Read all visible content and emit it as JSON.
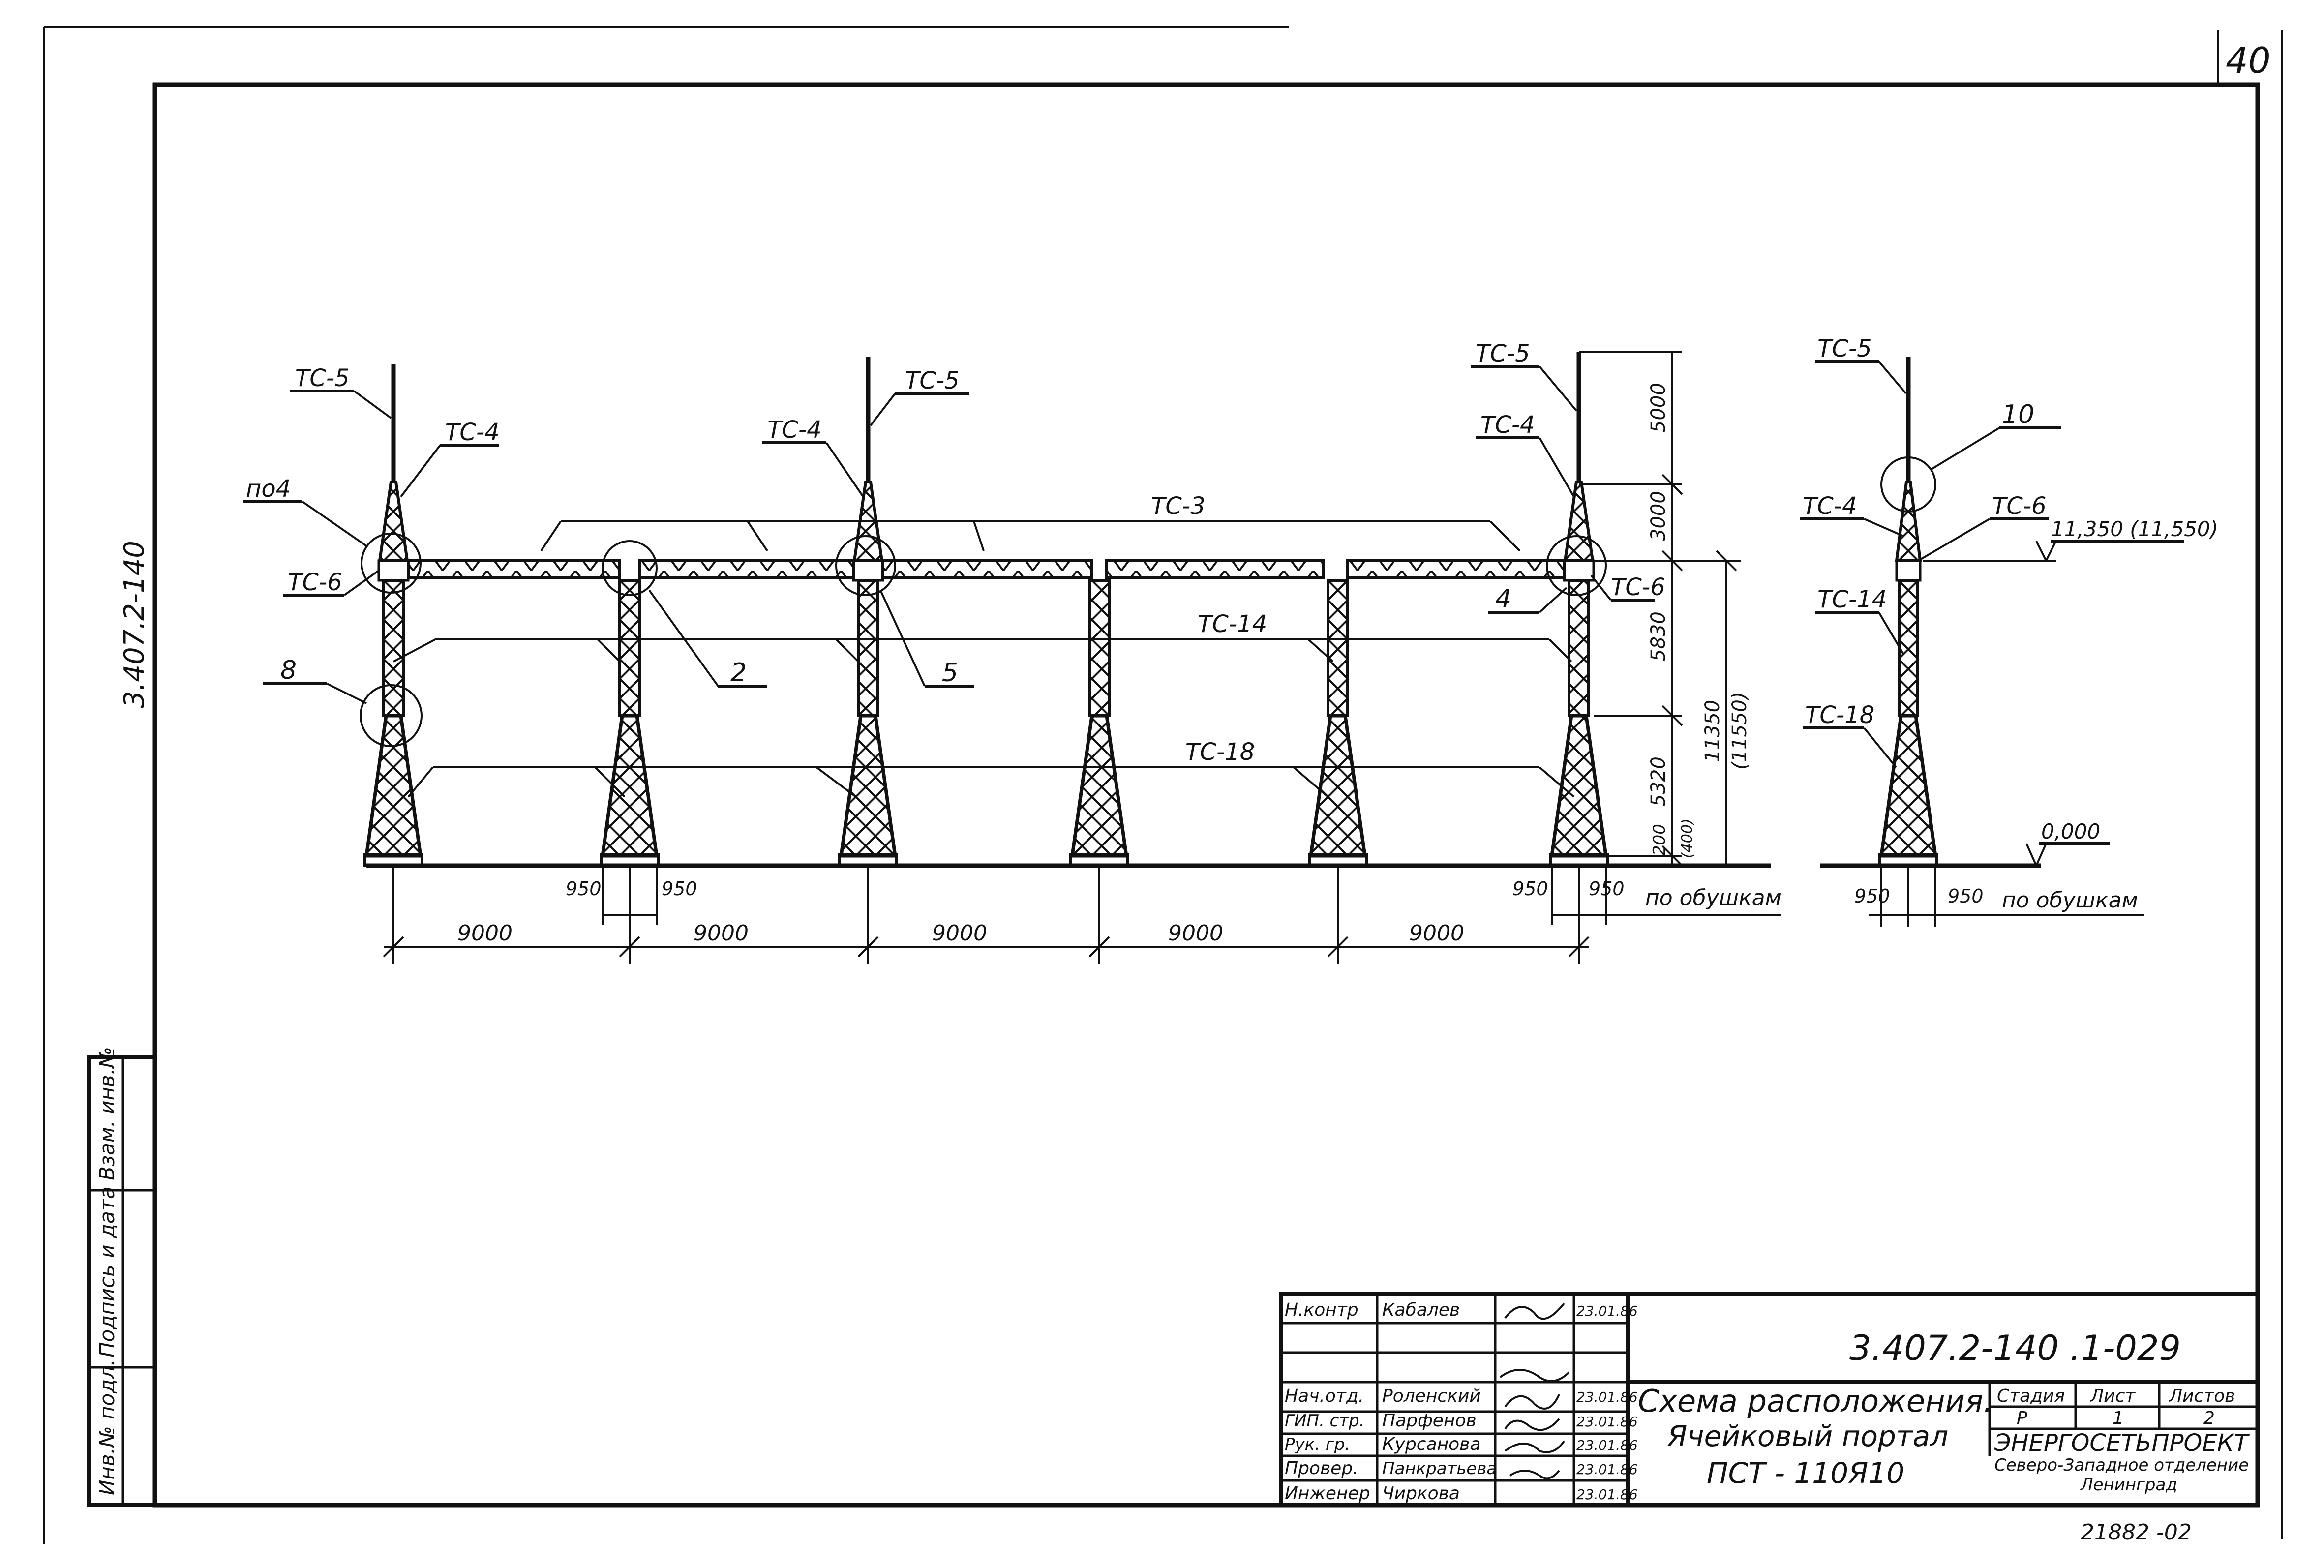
{
  "sheet": {
    "page_number": "40",
    "side_code": "3.407.2-140",
    "bottom_code": "21882 -02",
    "side_stamp": [
      "Инв.№ подл.",
      "Подпись и дата",
      "Взам. инв.№"
    ]
  },
  "front_view": {
    "labels": {
      "tc5_left": "ТС-5",
      "tc4_left": "ТС-4",
      "po4": "по4",
      "tc6_left": "ТС-6",
      "tc5_mid": "ТС-5",
      "tc4_mid": "ТС-4",
      "tc3": "ТС-3",
      "tc14": "ТС-14",
      "tc18": "ТС-18",
      "tc5_right": "ТС-5",
      "tc4_right": "ТС-4",
      "tc6_right": "ТС-6",
      "node_8": "8",
      "node_2": "2",
      "node_5": "5",
      "node_4": "4"
    },
    "heights": {
      "h5000": "5000",
      "h3000": "3000",
      "h5830": "5830",
      "h5320": "5320",
      "h200": "200",
      "h400": "(400)",
      "total": "11350",
      "total_alt": "(11550)"
    },
    "spans": [
      "9000",
      "9000",
      "9000",
      "9000",
      "9000"
    ],
    "base": {
      "left_a": "950",
      "left_b": "950",
      "right_a": "950",
      "right_b": "950",
      "note": "по обушкам"
    }
  },
  "side_view": {
    "labels": {
      "tc5": "ТС-5",
      "node_10": "10",
      "tc4": "ТС-4",
      "tc6": "ТС-6",
      "elevation_top": "11,350 (11,550)",
      "tc14": "ТС-14",
      "tc18": "ТС-18",
      "elevation_zero": "0,000"
    },
    "base": {
      "a": "950",
      "b": "950",
      "note": "по обушкам"
    }
  },
  "title_block": {
    "rows": [
      {
        "role": "Н.контр",
        "name": "Кабалев",
        "date": "23.01.86"
      },
      {
        "role": "",
        "name": "",
        "date": ""
      },
      {
        "role": "Нач.отд.",
        "name": "Роленский",
        "date": "23.01.86"
      },
      {
        "role": "ГИП. стр.",
        "name": "Парфенов",
        "date": "23.01.86"
      },
      {
        "role": "Рук. гр.",
        "name": "Курсанова",
        "date": "23.01.86"
      },
      {
        "role": "Провер.",
        "name": "Панкратьева",
        "date": "23.01.86"
      },
      {
        "role": "Инженер",
        "name": "Чиркова",
        "date": "23.01.86"
      }
    ],
    "doc_code": "3.407.2-140 .1-029",
    "title_lines": [
      "Схема расположения.",
      "Ячейковый портал",
      "ПСТ - 110Я10"
    ],
    "stage_headers": [
      "Стадия",
      "Лист",
      "Листов"
    ],
    "stage_values": [
      "Р",
      "1",
      "2"
    ],
    "org_name": "ЭНЕРГОСЕТЬПРОЕКТ",
    "org_sub": [
      "Северо-Западное отделение",
      "Ленинград"
    ]
  }
}
